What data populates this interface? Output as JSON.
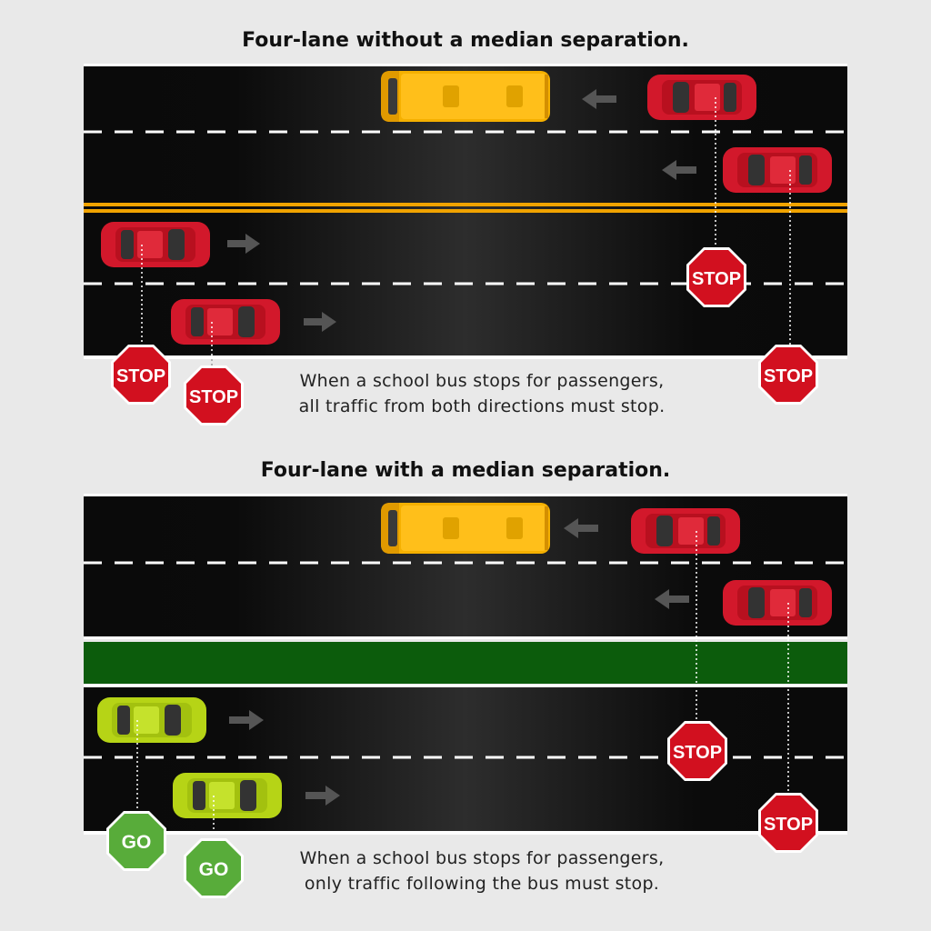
{
  "diagram1": {
    "title": "Four-lane without a median separation.",
    "caption_line1": "When a school bus stops for passengers,",
    "caption_line2": "all traffic from both directions must stop.",
    "signs": [
      "STOP",
      "STOP",
      "STOP",
      "STOP"
    ]
  },
  "diagram2": {
    "title": "Four-lane with a median separation.",
    "caption_line1": "When a school bus stops for passengers,",
    "caption_line2": "only traffic following the bus must stop.",
    "signs": [
      "STOP",
      "STOP",
      "GO",
      "GO"
    ]
  },
  "colors": {
    "background": "#e9e9e9",
    "road": "#111111",
    "bus": "#f5b000",
    "stop_car": "#d2182b",
    "go_car": "#b6d416",
    "stop_sign": "#d2101f",
    "go_sign": "#58ac3a",
    "yellow_line": "#f0a300",
    "median": "#0c5c0c"
  },
  "icons": [
    "school-bus-icon",
    "car-icon",
    "arrow-icon",
    "stop-sign-icon",
    "go-sign-icon"
  ]
}
